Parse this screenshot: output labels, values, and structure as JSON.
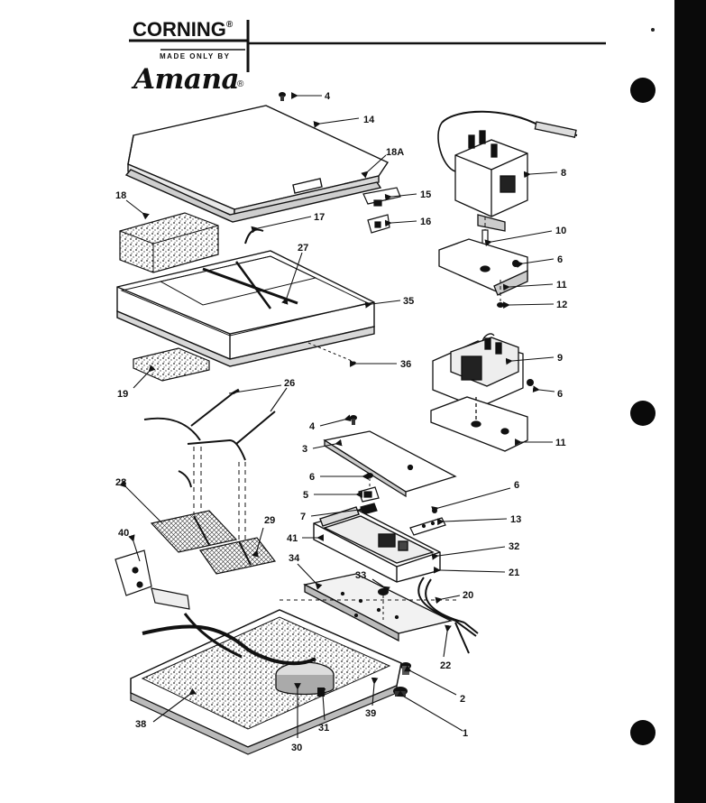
{
  "header": {
    "brand": "CORNING",
    "brand_mark": "®",
    "made_only_by": "MADE ONLY BY",
    "manufacturer": "Amana",
    "manufacturer_mark": "®"
  },
  "callouts": [
    {
      "id": "c4a",
      "label": "4"
    },
    {
      "id": "c14",
      "label": "14"
    },
    {
      "id": "c18A",
      "label": "18A"
    },
    {
      "id": "c8",
      "label": "8"
    },
    {
      "id": "c18",
      "label": "18"
    },
    {
      "id": "c15",
      "label": "15"
    },
    {
      "id": "c16",
      "label": "16"
    },
    {
      "id": "c17",
      "label": "17"
    },
    {
      "id": "c10",
      "label": "10"
    },
    {
      "id": "c27",
      "label": "27"
    },
    {
      "id": "c6a",
      "label": "6"
    },
    {
      "id": "c11a",
      "label": "11"
    },
    {
      "id": "c35",
      "label": "35"
    },
    {
      "id": "c12",
      "label": "12"
    },
    {
      "id": "c9",
      "label": "9"
    },
    {
      "id": "c36",
      "label": "36"
    },
    {
      "id": "c19",
      "label": "19"
    },
    {
      "id": "c6b",
      "label": "6"
    },
    {
      "id": "c26",
      "label": "26"
    },
    {
      "id": "c4b",
      "label": "4"
    },
    {
      "id": "c11b",
      "label": "11"
    },
    {
      "id": "c3",
      "label": "3"
    },
    {
      "id": "c6c",
      "label": "6"
    },
    {
      "id": "c6d",
      "label": "6"
    },
    {
      "id": "c28",
      "label": "28"
    },
    {
      "id": "c5",
      "label": "5"
    },
    {
      "id": "c7",
      "label": "7"
    },
    {
      "id": "c13",
      "label": "13"
    },
    {
      "id": "c40",
      "label": "40"
    },
    {
      "id": "c29",
      "label": "29"
    },
    {
      "id": "c41",
      "label": "41"
    },
    {
      "id": "c32",
      "label": "32"
    },
    {
      "id": "c34",
      "label": "34"
    },
    {
      "id": "c21",
      "label": "21"
    },
    {
      "id": "c33",
      "label": "33"
    },
    {
      "id": "c20",
      "label": "20"
    },
    {
      "id": "c22",
      "label": "22"
    },
    {
      "id": "c2",
      "label": "2"
    },
    {
      "id": "c38",
      "label": "38"
    },
    {
      "id": "c39",
      "label": "39"
    },
    {
      "id": "c1",
      "label": "1"
    },
    {
      "id": "c31",
      "label": "31"
    },
    {
      "id": "c30",
      "label": "30"
    }
  ]
}
